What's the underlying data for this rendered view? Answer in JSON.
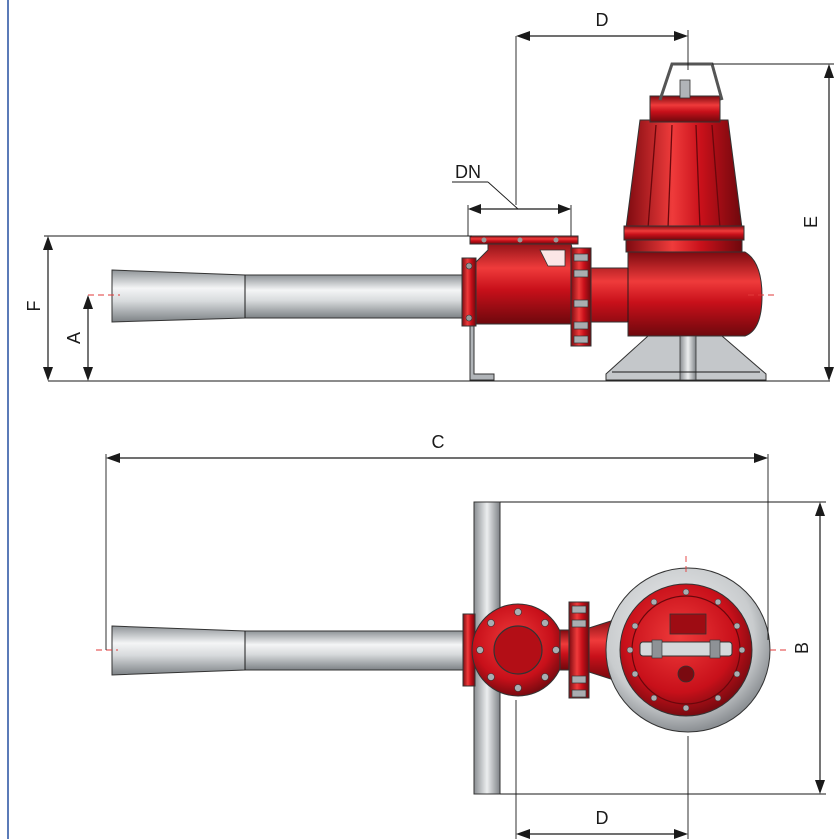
{
  "labels": {
    "A": "A",
    "B": "B",
    "C": "C",
    "D_top": "D",
    "D_bottom": "D",
    "DN": "DN",
    "E": "E",
    "F": "F"
  },
  "colors": {
    "pump_red": "#c8101a",
    "pump_red_dark": "#8a0a10",
    "pump_red_light": "#ec3a3a",
    "pipe_grey": "#b8bcc0",
    "pipe_light": "#eef0f2",
    "frame_blue": "#5b7bb8",
    "line": "#1a1a1a",
    "centerline": "#e23a3a"
  }
}
